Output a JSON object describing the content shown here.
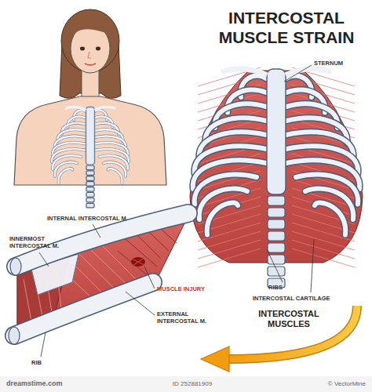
{
  "diagram": {
    "title": "INTERCOSTAL MUSCLE STRAIN",
    "labels": [
      "STERNUM",
      "RIBS",
      "INTERCOSTAL CARTILAGE",
      "INTERCOSTAL MUSCLES",
      "INTERNAL INTERCOSTAL M.",
      "INNERMOST INTERCOSTAL M.",
      "MUSCLE INJURY",
      "EXTERNAL INTERCOSTAL M.",
      "RIB",
      "dreamstime.com",
      "ID 252881909",
      "© VectorMine"
    ]
  }
}
